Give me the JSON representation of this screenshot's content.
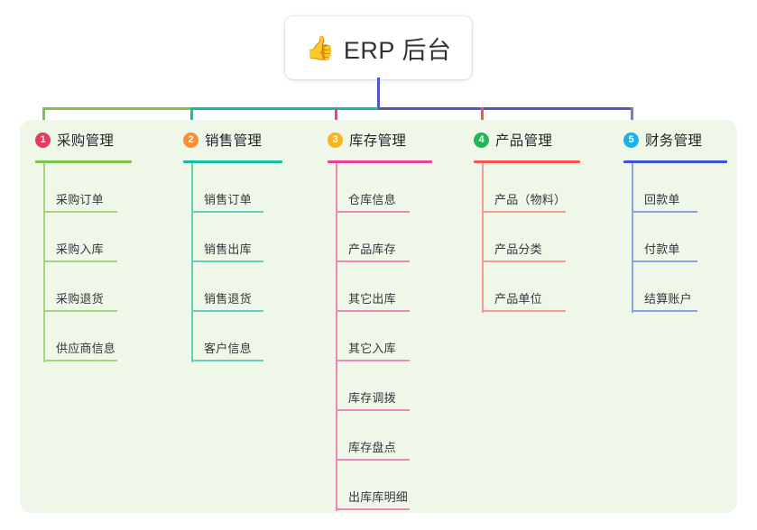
{
  "root": {
    "icon": "thumbs-up-icon",
    "emoji": "👍",
    "title": "ERP 后台"
  },
  "palette": {
    "page_background": "#ffffff",
    "panel_background": "#eef7e8",
    "card_background": "#ffffff",
    "title_text": "#2f3136",
    "header_text": "#24262b",
    "item_text": "#34373d",
    "bus_left": "#7dc24b",
    "bus_mid": "#12bfa4",
    "bus_right": "#4f57c4"
  },
  "columns": [
    {
      "index": "1",
      "title": "采购管理",
      "badge_color": "#e8395e",
      "rule_color": "#7dc24b",
      "line_color": "#a8d27f",
      "stub_color": "#7dc24b",
      "items": [
        {
          "label": "采购订单"
        },
        {
          "label": "采购入库"
        },
        {
          "label": "采购退货"
        },
        {
          "label": "供应商信息"
        }
      ]
    },
    {
      "index": "2",
      "title": "销售管理",
      "badge_color": "#f79035",
      "rule_color": "#12bfa4",
      "line_color": "#63cfc0",
      "stub_color": "#12bfa4",
      "items": [
        {
          "label": "销售订单"
        },
        {
          "label": "销售出库"
        },
        {
          "label": "销售退货"
        },
        {
          "label": "客户信息"
        }
      ]
    },
    {
      "index": "3",
      "title": "库存管理",
      "badge_color": "#f6b41f",
      "rule_color": "#ec3f96",
      "line_color": "#ef86ba",
      "stub_color": "#ec3f96",
      "items": [
        {
          "label": "仓库信息"
        },
        {
          "label": "产品库存"
        },
        {
          "label": "其它出库"
        },
        {
          "label": "其它入库"
        },
        {
          "label": "库存调拨"
        },
        {
          "label": "库存盘点"
        },
        {
          "label": "出库库明细"
        }
      ]
    },
    {
      "index": "4",
      "title": "产品管理",
      "badge_color": "#1db954",
      "rule_color": "#f8544c",
      "line_color": "#f79a95",
      "stub_color": "#f8544c",
      "items": [
        {
          "label": "产品（物料）"
        },
        {
          "label": "产品分类"
        },
        {
          "label": "产品单位"
        }
      ]
    },
    {
      "index": "5",
      "title": "财务管理",
      "badge_color": "#19b3e6",
      "rule_color": "#3f51d8",
      "line_color": "#8fa0e0",
      "stub_color": "#6b7fd8",
      "items": [
        {
          "label": "回款单"
        },
        {
          "label": "付款单"
        },
        {
          "label": "结算账户"
        }
      ]
    }
  ]
}
